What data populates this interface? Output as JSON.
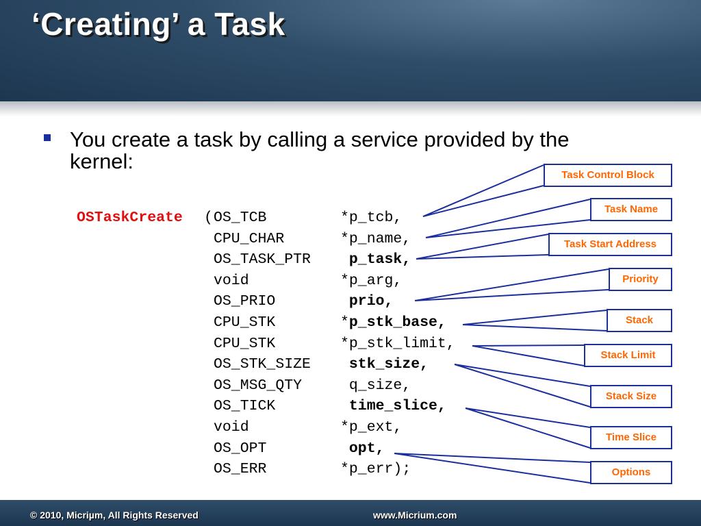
{
  "slide": {
    "title": "‘Creating’ a Task",
    "bullet": "You create a task by calling a service provided by the kernel:"
  },
  "code": {
    "function_name": "OSTaskCreate",
    "open_paren": "(",
    "lines": [
      {
        "type": "OS_TCB",
        "prefix": "*",
        "name": "p_tcb",
        "suffix": ",",
        "bold": false
      },
      {
        "type": "CPU_CHAR",
        "prefix": "*",
        "name": "p_name",
        "suffix": ",",
        "bold": false
      },
      {
        "type": "OS_TASK_PTR",
        "prefix": " ",
        "name": "p_task",
        "suffix": ",",
        "bold": true
      },
      {
        "type": "void",
        "prefix": "*",
        "name": "p_arg",
        "suffix": ",",
        "bold": false
      },
      {
        "type": "OS_PRIO",
        "prefix": " ",
        "name": "prio",
        "suffix": ",",
        "bold": true
      },
      {
        "type": "CPU_STK",
        "prefix": "*",
        "name": "p_stk_base",
        "suffix": ",",
        "bold": true
      },
      {
        "type": "CPU_STK",
        "prefix": "*",
        "name": "p_stk_limit",
        "suffix": ",",
        "bold": false
      },
      {
        "type": "OS_STK_SIZE",
        "prefix": " ",
        "name": "stk_size",
        "suffix": ",",
        "bold": true
      },
      {
        "type": "OS_MSG_QTY",
        "prefix": " ",
        "name": "q_size",
        "suffix": ",",
        "bold": false
      },
      {
        "type": "OS_TICK",
        "prefix": " ",
        "name": "time_slice",
        "suffix": ",",
        "bold": true
      },
      {
        "type": "void",
        "prefix": "*",
        "name": "p_ext",
        "suffix": ",",
        "bold": false
      },
      {
        "type": "OS_OPT",
        "prefix": " ",
        "name": "opt",
        "suffix": ",",
        "bold": true
      },
      {
        "type": "OS_ERR",
        "prefix": "*",
        "name": "p_err",
        "suffix": ");",
        "bold": false
      }
    ]
  },
  "callouts": [
    "Task Control Block",
    "Task Name",
    "Task Start Address",
    "Priority",
    "Stack",
    "Stack Limit",
    "Stack Size",
    "Time Slice",
    "Options"
  ],
  "footer": {
    "copyright": "© 2010, Micriµm, All Rights Reserved",
    "website": "www.Micrium.com"
  },
  "colors": {
    "header": "#2f4d69",
    "function_name": "#e01010",
    "callout_text": "#ff6600",
    "callout_border": "#1a2f9c",
    "bullet": "#1a2f9c"
  }
}
